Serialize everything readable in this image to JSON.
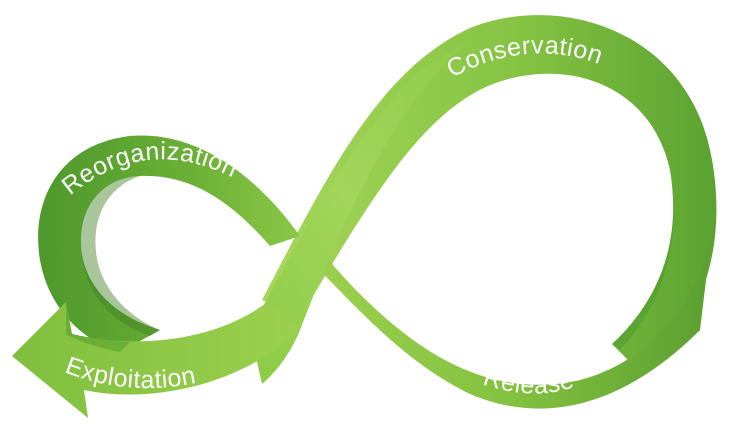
{
  "diagram": {
    "phases": {
      "conservation": "Conservation",
      "reorganization": "Reorganization",
      "exploitation": "Exploitation",
      "release": "Release"
    }
  },
  "colors": {
    "band_light": "#9fd24f",
    "band_mid": "#7cbb3a",
    "band_dark": "#4f9a2e",
    "band_shadow": "#3e7f24",
    "text": "#ffffff",
    "background": "#ffffff"
  }
}
